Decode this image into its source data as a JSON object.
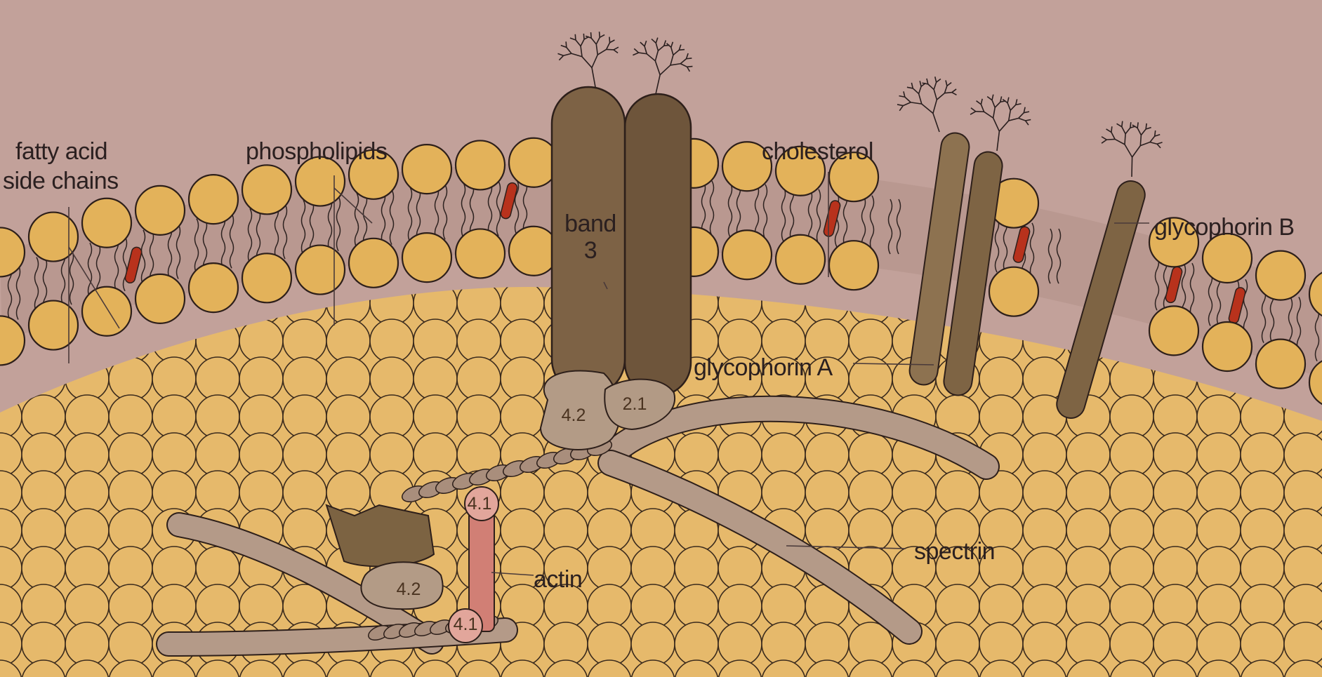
{
  "colors": {
    "background": "#c2a19a",
    "phospholipid_head": "#e3b25a",
    "interior_cell": "#e6b86a",
    "band3_protein": "#7d6245",
    "glycophorin": "#8d7250",
    "spectrin": "#b49a88",
    "actin": "#d17f75",
    "cholesterol": "#b8321c",
    "outline": "#2d1f1a"
  },
  "labels": {
    "fatty_acid_line1": "fatty acid",
    "fatty_acid_line2": "side chains",
    "phospholipids": "phospholipids",
    "cholesterol": "cholesterol",
    "glycophorin_b": "glycophorin B",
    "glycophorin_a": "glycophorin A",
    "spectrin": "spectrin",
    "actin": "actin",
    "band3_line1": "band",
    "band3_line2": "3"
  },
  "protein_numbers": {
    "p42_top": "4.2",
    "p21": "2.1",
    "p41_top": "4.1",
    "p42_bottom": "4.2",
    "p41_bottom": "4.1"
  }
}
